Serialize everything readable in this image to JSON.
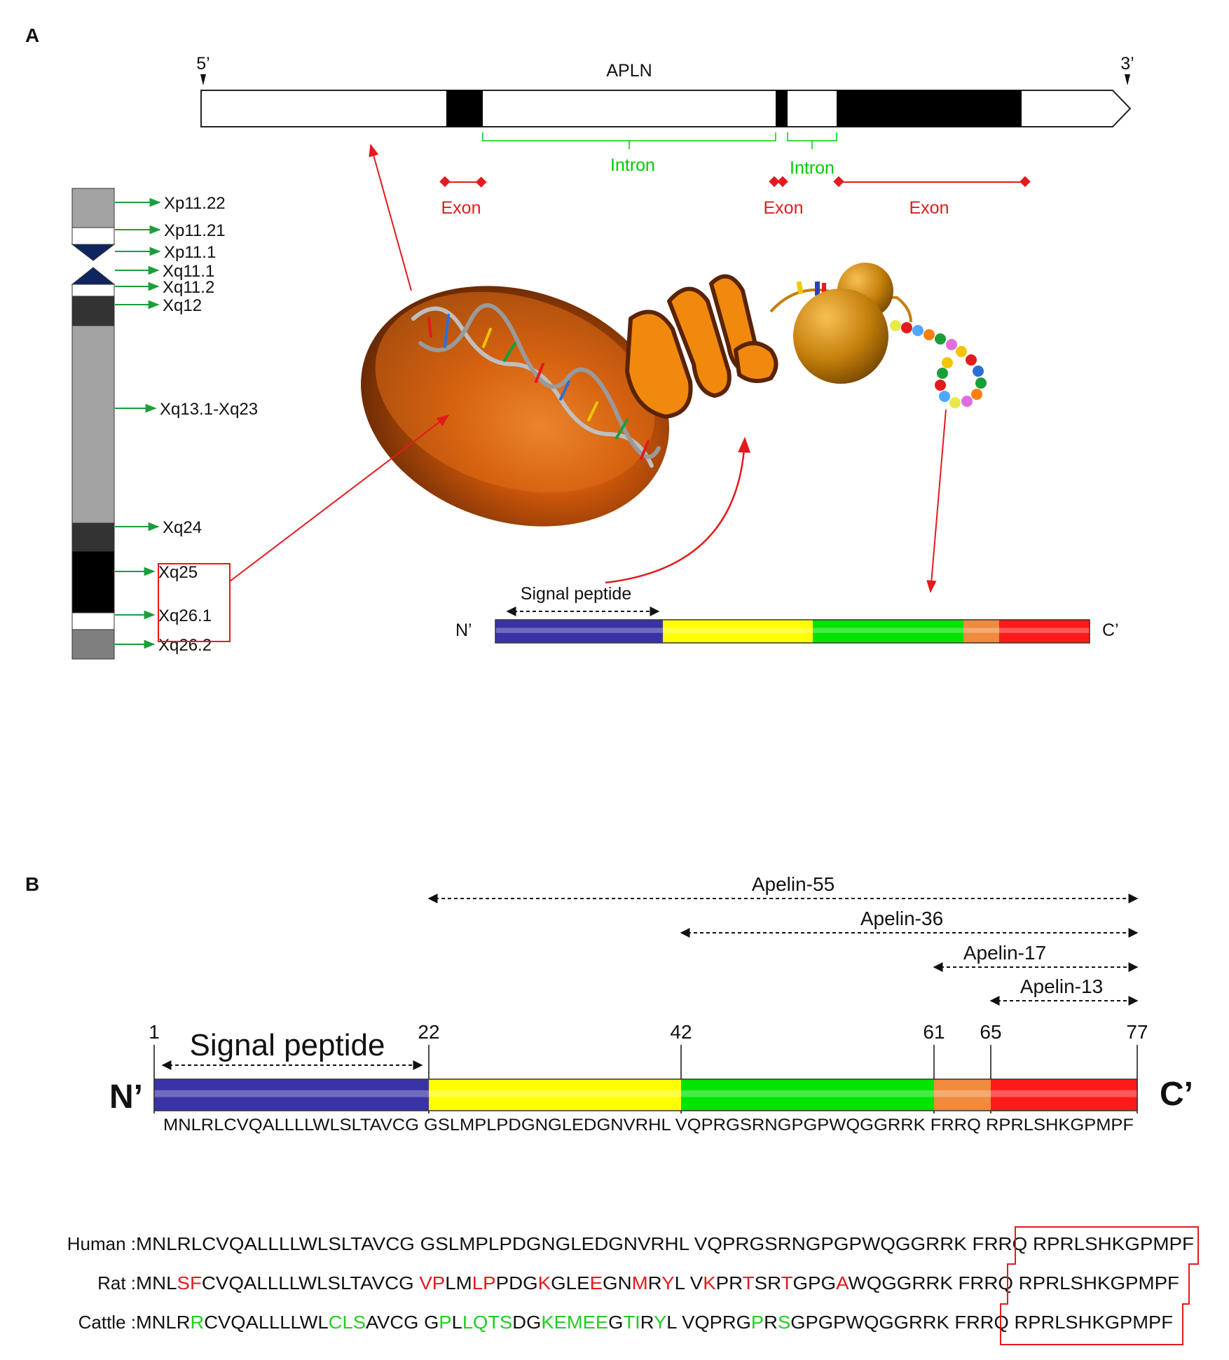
{
  "panels": {
    "a": "A",
    "b": "B"
  },
  "gene": {
    "name": "APLN",
    "five_prime": "5’",
    "three_prime": "3’",
    "intron_label": "Intron",
    "exon_label": "Exon"
  },
  "chromosome": {
    "bands": [
      "Xp11.22",
      "Xp11.21",
      "Xp11.1",
      "Xq11.1",
      "Xq11.2",
      "Xq12",
      "Xq13.1-Xq23",
      "Xq24",
      "Xq25",
      "Xq26.1",
      "Xq26.2"
    ]
  },
  "peptide_a": {
    "signal": "Signal peptide",
    "n": "N’",
    "c": "C’"
  },
  "peptide_b": {
    "signal": "Signal peptide",
    "n": "N’",
    "c": "C’",
    "positions": [
      "1",
      "22",
      "42",
      "61",
      "65",
      "77"
    ],
    "segments": [
      "MNLRLCVQALLLLWLSLTAVCG",
      "GSLMPLPDGNGLEDGNVRHL",
      "VQPRGSRNGPGPWQGGRRK",
      "FRRQ",
      "RPRLSHKGPMPF"
    ],
    "fragments": [
      "Apelin-55",
      "Apelin-36",
      "Apelin-17",
      "Apelin-13"
    ],
    "colors": [
      "#3a33a6",
      "#ffff00",
      "#00e400",
      "#f08a3c",
      "#ff1a1a"
    ]
  },
  "alignment": {
    "rows": [
      {
        "species": "Human : ",
        "parts": [
          {
            "t": "MNLRLCVQALLLLWLSLTAVCG GSLMPLPDGNGLEDGNVRHL VQPRGSRNGPGPWQGGRRK FRRQ RPRLSHKGPMPF",
            "c": "k"
          }
        ]
      },
      {
        "species": "Rat : ",
        "parts": [
          {
            "t": "MNL",
            "c": "k"
          },
          {
            "t": "SF",
            "c": "r"
          },
          {
            "t": "CVQALLLLWLSLTAVCG ",
            "c": "k"
          },
          {
            "t": "VP",
            "c": "r"
          },
          {
            "t": "LM",
            "c": "k"
          },
          {
            "t": "LP",
            "c": "r"
          },
          {
            "t": "PDG",
            "c": "k"
          },
          {
            "t": "K",
            "c": "r"
          },
          {
            "t": "GLE",
            "c": "k"
          },
          {
            "t": "E",
            "c": "r"
          },
          {
            "t": "GN",
            "c": "k"
          },
          {
            "t": "M",
            "c": "r"
          },
          {
            "t": "R",
            "c": "k"
          },
          {
            "t": "Y",
            "c": "r"
          },
          {
            "t": "L V",
            "c": "k"
          },
          {
            "t": "K",
            "c": "r"
          },
          {
            "t": "PR",
            "c": "k"
          },
          {
            "t": "T",
            "c": "r"
          },
          {
            "t": "SR",
            "c": "k"
          },
          {
            "t": "T",
            "c": "r"
          },
          {
            "t": "GPG",
            "c": "k"
          },
          {
            "t": "A",
            "c": "r"
          },
          {
            "t": "WQGGRRK FRRQ RPRLSHKGPMPF",
            "c": "k"
          }
        ]
      },
      {
        "species": "Cattle : ",
        "parts": [
          {
            "t": "MNLR",
            "c": "k"
          },
          {
            "t": "R",
            "c": "g"
          },
          {
            "t": "CVQALLLLWL",
            "c": "k"
          },
          {
            "t": "CLS",
            "c": "g"
          },
          {
            "t": "AVCG G",
            "c": "k"
          },
          {
            "t": "P",
            "c": "g"
          },
          {
            "t": "L",
            "c": "k"
          },
          {
            "t": "LQTS",
            "c": "g"
          },
          {
            "t": "DG",
            "c": "k"
          },
          {
            "t": "KEMEE",
            "c": "g"
          },
          {
            "t": "G",
            "c": "k"
          },
          {
            "t": "TI",
            "c": "g"
          },
          {
            "t": "R",
            "c": "k"
          },
          {
            "t": "Y",
            "c": "g"
          },
          {
            "t": "L VQPRG",
            "c": "k"
          },
          {
            "t": "P",
            "c": "g"
          },
          {
            "t": "R",
            "c": "k"
          },
          {
            "t": "S",
            "c": "g"
          },
          {
            "t": "GPGPWQGGRRK FRRQ RPRLSHKGPMPF",
            "c": "k"
          }
        ]
      }
    ]
  }
}
